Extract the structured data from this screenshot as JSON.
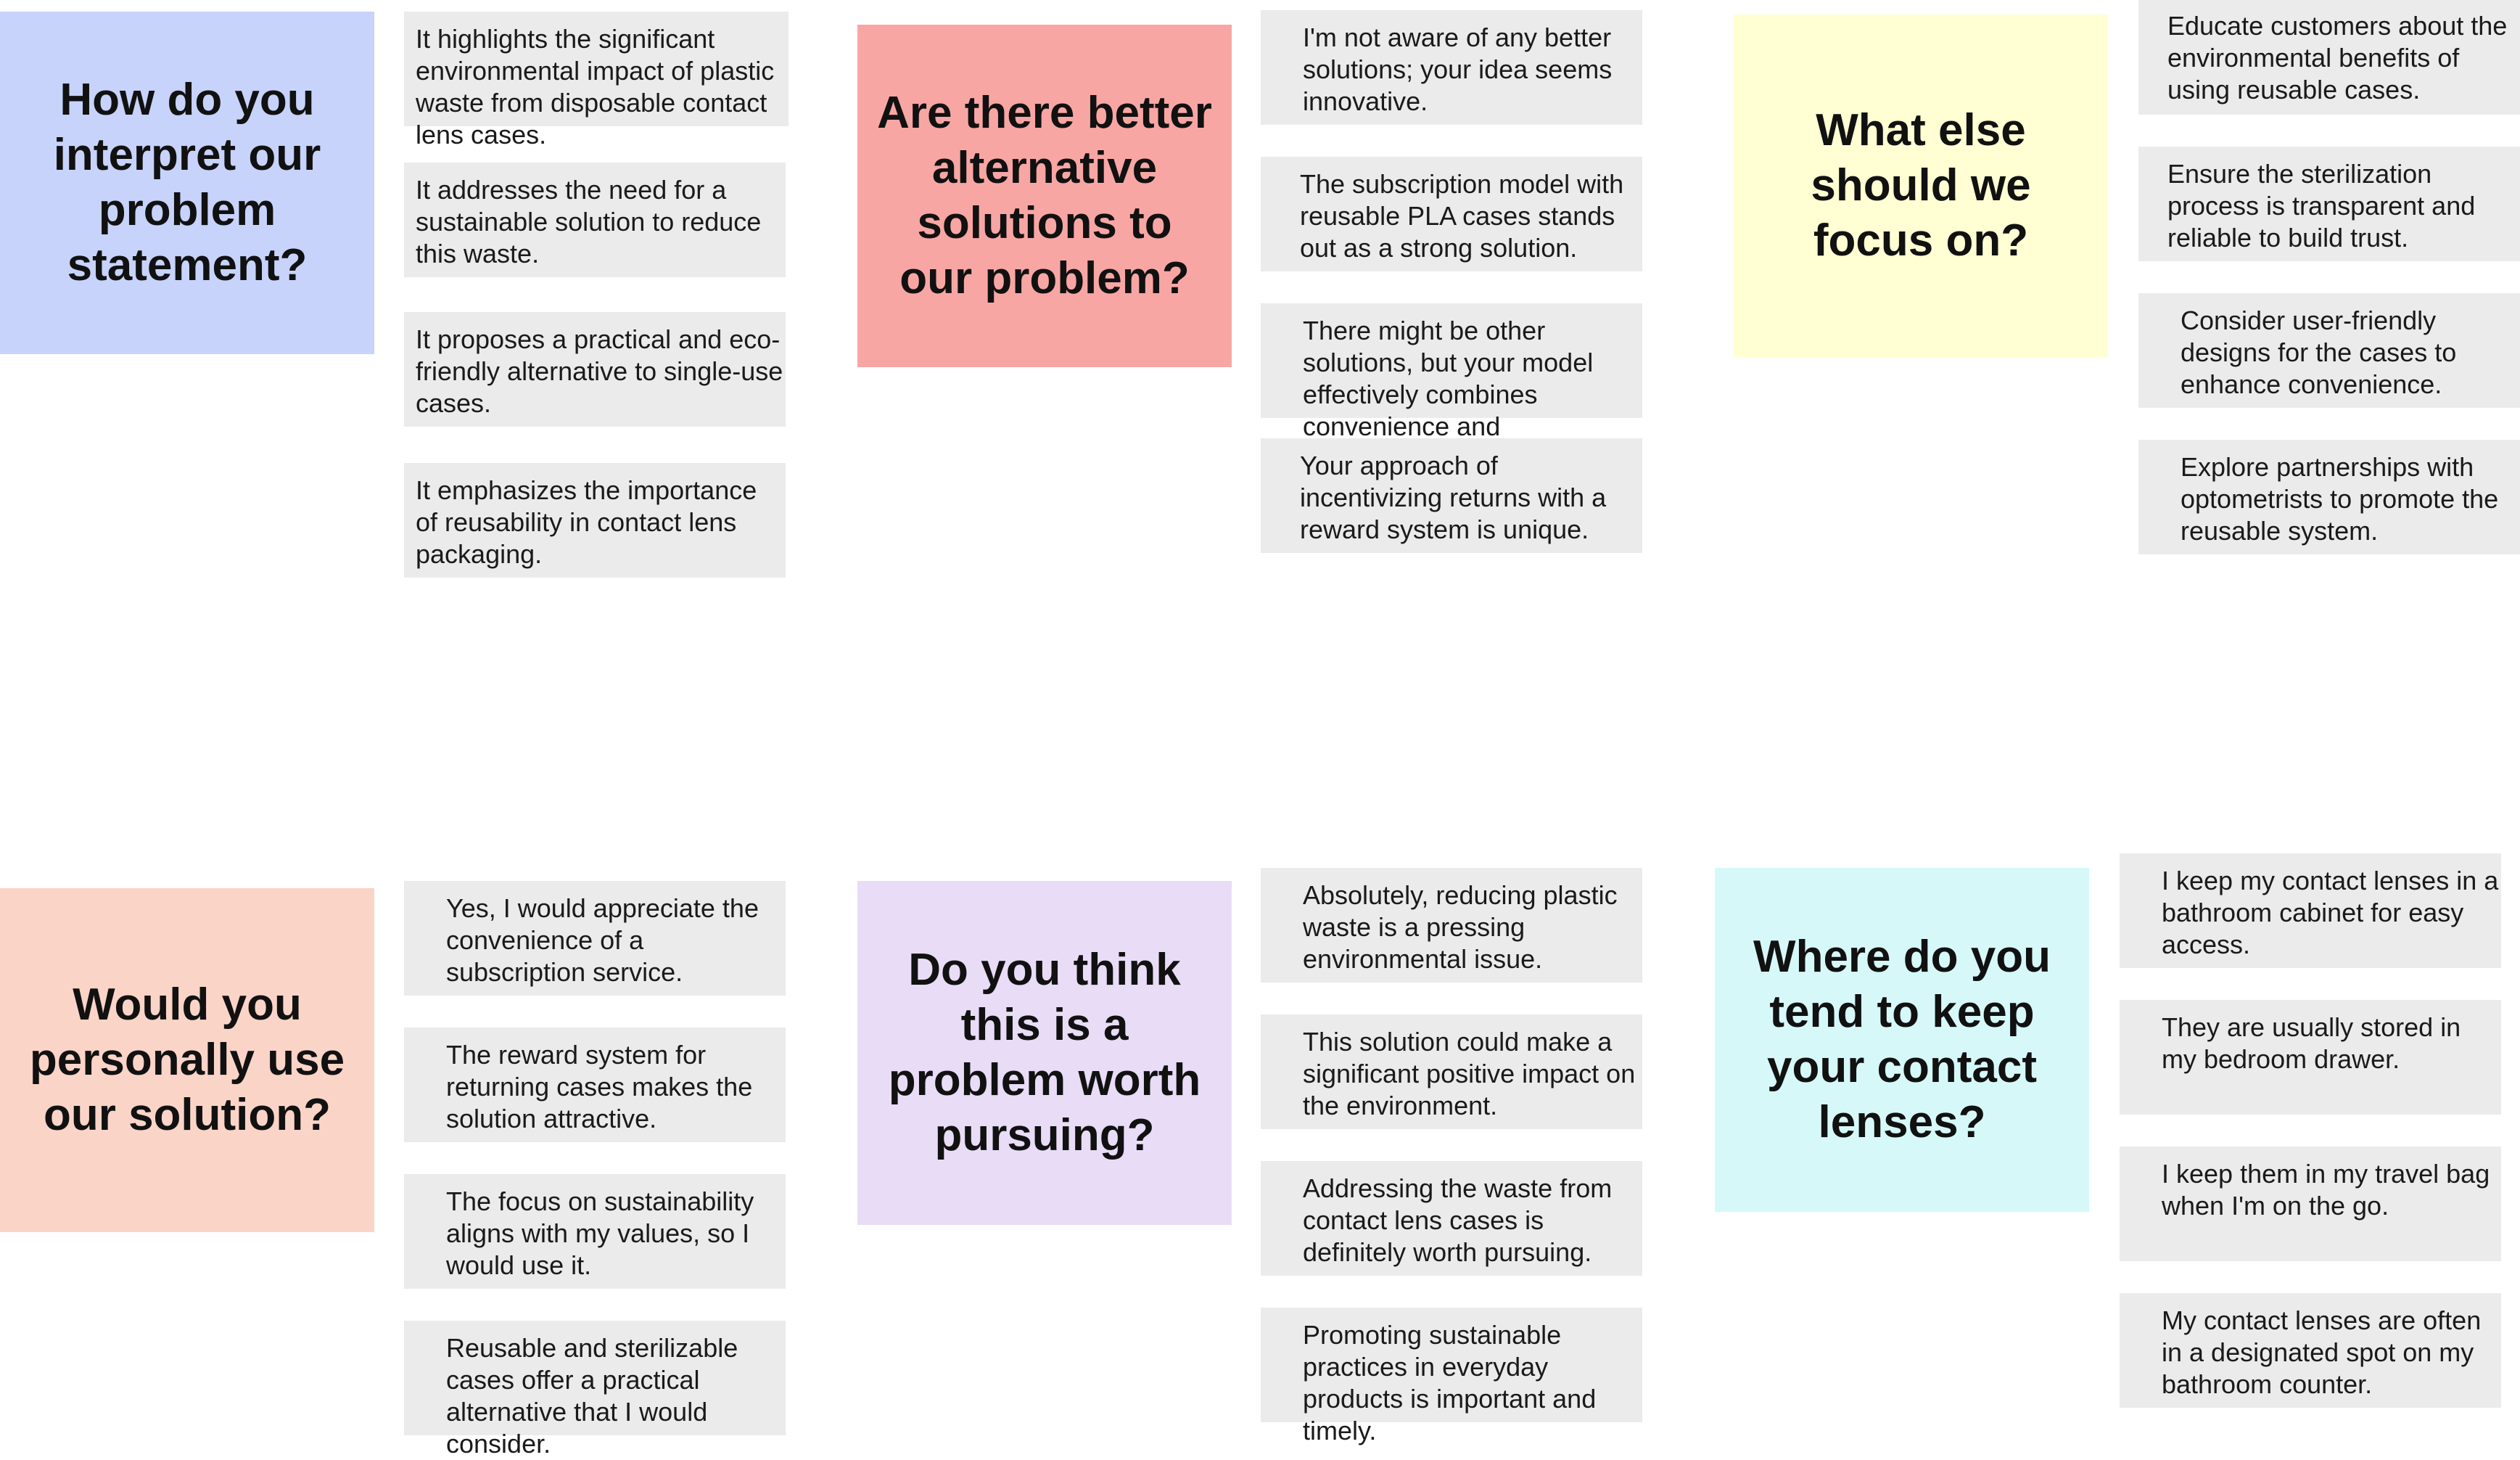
{
  "colors": {
    "interpret": "#c7d3fb",
    "alternatives": "#f8a6a4",
    "focus": "#ffffd3",
    "use": "#fbd4c8",
    "worth": "#e9dcf7",
    "keep": "#d6f8f9",
    "note": "#ebebeb"
  },
  "clusters": {
    "interpret": {
      "question": "How do you interpret our problem statement?",
      "answers": [
        "It highlights the significant environmental impact of plastic waste from disposable contact lens cases.",
        "It addresses the need for a sustainable solution to reduce this waste.",
        "It proposes a practical and eco-friendly alternative to single-use cases.",
        "It emphasizes the importance of reusability in contact lens packaging."
      ]
    },
    "alternatives": {
      "question": "Are there better alternative solutions to our problem?",
      "answers": [
        "I'm not aware of any better solutions; your idea seems innovative.",
        "The subscription model with reusable PLA cases stands out as a strong solution.",
        "There might be other solutions, but your model effectively combines convenience and",
        "Your approach of incentivizing returns with a reward system is unique."
      ]
    },
    "focus": {
      "question": "What else should we focus on?",
      "answers": [
        "Educate customers about the environmental benefits of using reusable cases.",
        "Ensure the sterilization process is transparent and reliable to build trust.",
        "Consider user-friendly designs for the cases to enhance convenience.",
        "Explore partnerships with optometrists to promote the reusable system."
      ]
    },
    "use": {
      "question": "Would you personally use our solution?",
      "answers": [
        "Yes, I would appreciate the convenience of a subscription service.",
        "The reward system for returning cases makes the solution attractive.",
        "The focus on sustainability aligns with my values, so I would use it.",
        "Reusable and sterilizable cases offer a practical alternative that I would consider."
      ]
    },
    "worth": {
      "question": "Do you think this is a problem worth pursuing?",
      "answers": [
        "Absolutely, reducing plastic waste is a pressing environmental issue.",
        "This solution could make a significant positive impact on the environment.",
        "Addressing the waste from contact lens cases is definitely worth pursuing.",
        "Promoting sustainable practices in everyday products is important and timely."
      ]
    },
    "keep": {
      "question": "Where do you tend to keep your contact lenses?",
      "answers": [
        "I keep my contact lenses in a bathroom cabinet for easy access.",
        "They are usually stored in my bedroom drawer.",
        "I keep them in my travel bag when I'm on the go.",
        "My contact lenses are often in a designated spot on my bathroom counter."
      ]
    }
  }
}
